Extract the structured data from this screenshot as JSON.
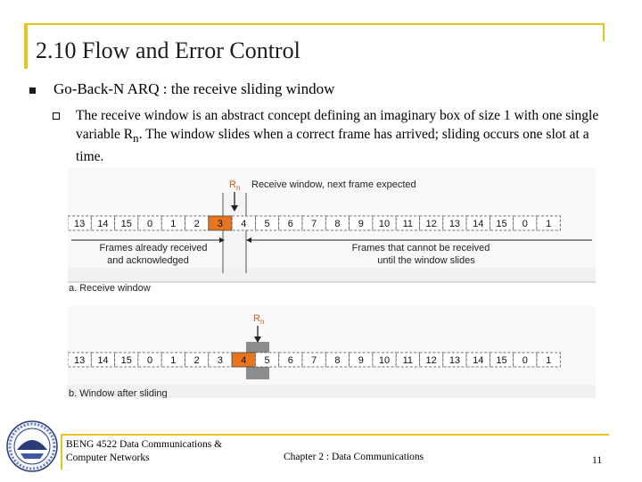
{
  "slide": {
    "title": "2.10 Flow and Error Control",
    "level1": "Go-Back-N ARQ : the receive sliding window",
    "level2_pre": "The receive window is an abstract concept defining an imaginary box of size 1 with one single variable  R",
    "level2_sub": "n",
    "level2_post": ". The window slides when a correct frame has arrived; sliding occurs one slot at a time."
  },
  "figure": {
    "a": {
      "pointer_label": "R",
      "pointer_sub": "n",
      "pointer_caption": "Receive window, next frame expected",
      "frames": [
        "13",
        "14",
        "15",
        "0",
        "1",
        "2",
        "3",
        "4",
        "5",
        "6",
        "7",
        "8",
        "9",
        "10",
        "11",
        "12",
        "13",
        "14",
        "15",
        "0",
        "1"
      ],
      "highlight_index": 6,
      "left_caption_1": "Frames already received",
      "left_caption_2": "and acknowledged",
      "right_caption_1": "Frames that cannot be received",
      "right_caption_2": "until the window slides",
      "caption": "a. Receive window"
    },
    "b": {
      "pointer_label": "R",
      "pointer_sub": "n",
      "frames": [
        "13",
        "14",
        "15",
        "0",
        "1",
        "2",
        "3",
        "4",
        "5",
        "6",
        "7",
        "8",
        "9",
        "10",
        "11",
        "12",
        "13",
        "14",
        "15",
        "0",
        "1"
      ],
      "highlight_index": 7,
      "caption": "b. Window after sliding"
    }
  },
  "footer": {
    "left_line1": "BENG 4522 Data Communications &",
    "left_line2": "Computer Networks",
    "middle": "Chapter 2 : Data Communications",
    "page_number": "11"
  },
  "colors": {
    "accent": "#e8c21e",
    "highlight": "#e8741d",
    "window_gray": "#8c8c8c"
  }
}
